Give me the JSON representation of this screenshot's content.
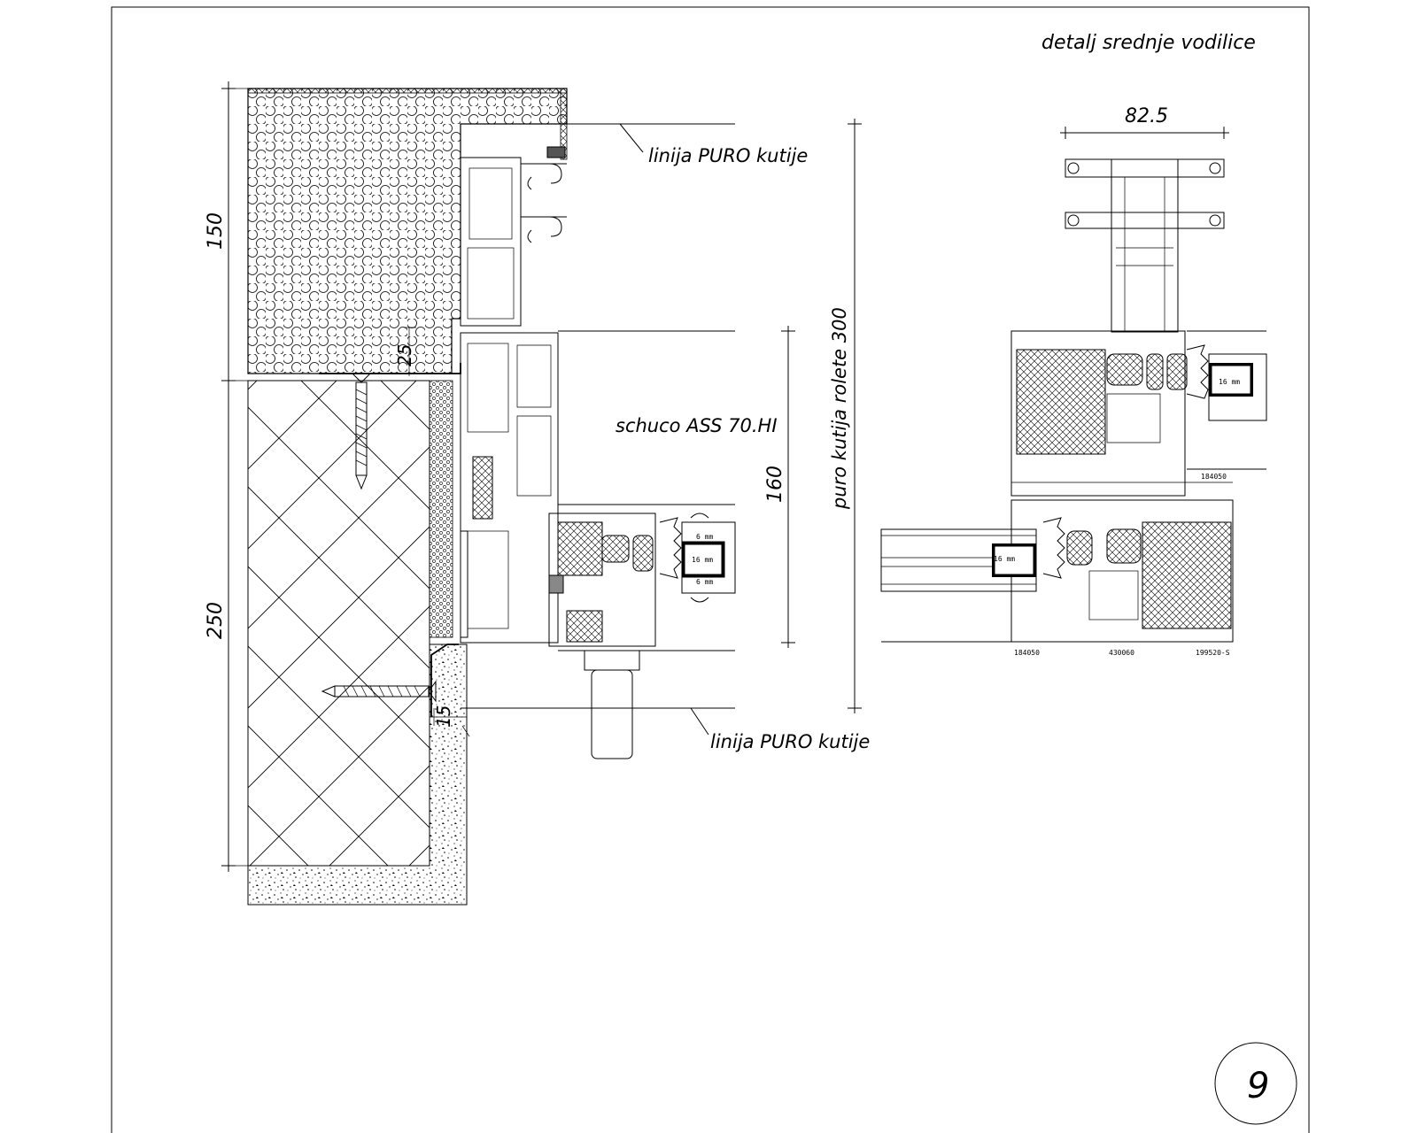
{
  "sheet": {
    "number": "9",
    "title": "detalj srednje vodilice"
  },
  "labels": {
    "puro_line_top": "linija PURO kutije",
    "puro_line_bottom": "linija PURO kutije",
    "system": "schuco ASS 70.HI",
    "box_height": "puro kutija rolete 300"
  },
  "dimensions": {
    "d150": "150",
    "d250": "250",
    "d25": "25",
    "d15": "15",
    "d160": "160",
    "d82_5": "82.5"
  },
  "glazing": {
    "g16_left": "16 mm",
    "g16_right_top": "16 mm",
    "g16_right_bottom": "16 mm",
    "g6": "6 mm"
  },
  "profiles": {
    "p1": "184050",
    "p2": "430060",
    "p3": "199520-S",
    "p4": "184050"
  }
}
